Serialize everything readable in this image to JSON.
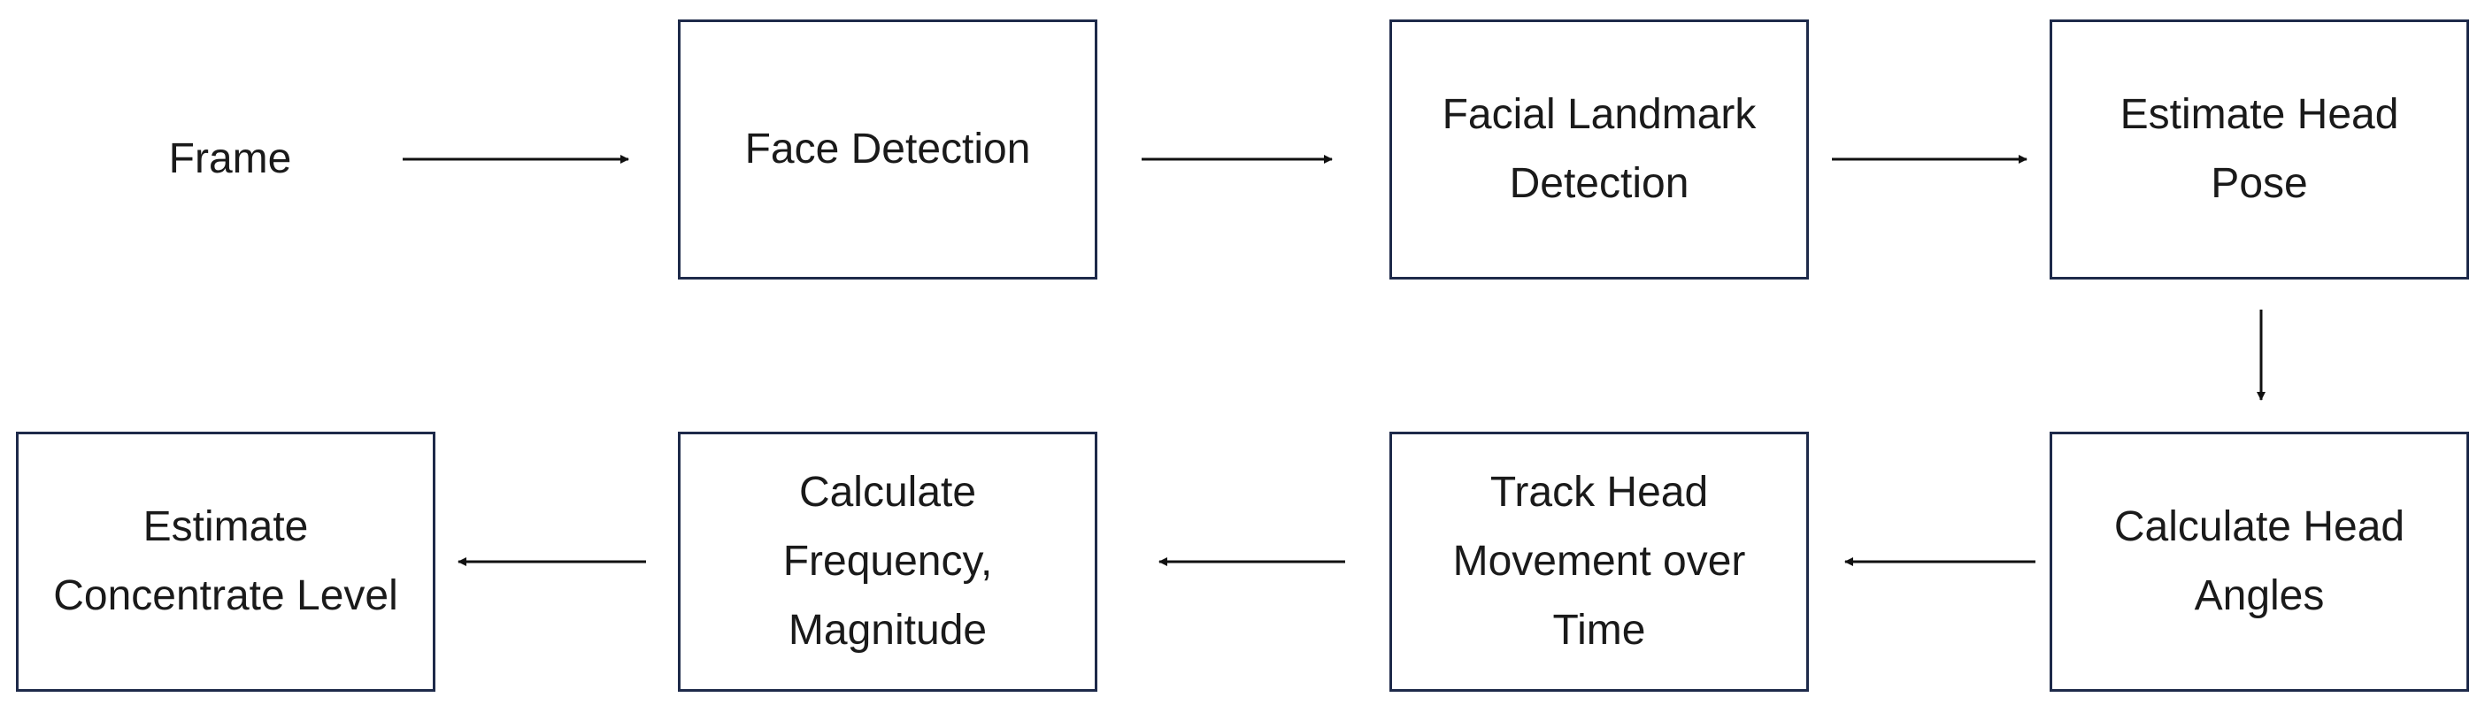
{
  "nodes": [
    {
      "id": "frame",
      "lines": [
        "Frame"
      ],
      "boxed": false
    },
    {
      "id": "face-detection",
      "lines": [
        "Face Detection"
      ],
      "boxed": true
    },
    {
      "id": "facial-landmark-detection",
      "lines": [
        "Facial Landmark",
        "Detection"
      ],
      "boxed": true
    },
    {
      "id": "estimate-head-pose",
      "lines": [
        "Estimate Head",
        "Pose"
      ],
      "boxed": true
    },
    {
      "id": "calculate-head-angles",
      "lines": [
        "Calculate Head",
        "Angles"
      ],
      "boxed": true
    },
    {
      "id": "track-head-movement",
      "lines": [
        "Track Head",
        "Movement over",
        "Time"
      ],
      "boxed": true
    },
    {
      "id": "calculate-frequency-magnitude",
      "lines": [
        "Calculate",
        "Frequency,",
        "Magnitude"
      ],
      "boxed": true
    },
    {
      "id": "estimate-concentrate-level",
      "lines": [
        "Estimate",
        "Concentrate Level"
      ],
      "boxed": true
    }
  ],
  "edges": [
    {
      "from": "frame",
      "to": "face-detection"
    },
    {
      "from": "face-detection",
      "to": "facial-landmark-detection"
    },
    {
      "from": "facial-landmark-detection",
      "to": "estimate-head-pose"
    },
    {
      "from": "estimate-head-pose",
      "to": "calculate-head-angles"
    },
    {
      "from": "calculate-head-angles",
      "to": "track-head-movement"
    },
    {
      "from": "track-head-movement",
      "to": "calculate-frequency-magnitude"
    },
    {
      "from": "calculate-frequency-magnitude",
      "to": "estimate-concentrate-level"
    }
  ],
  "colors": {
    "border": "#1e2a4a",
    "arrow": "#111111",
    "text": "#1a1a1a"
  }
}
